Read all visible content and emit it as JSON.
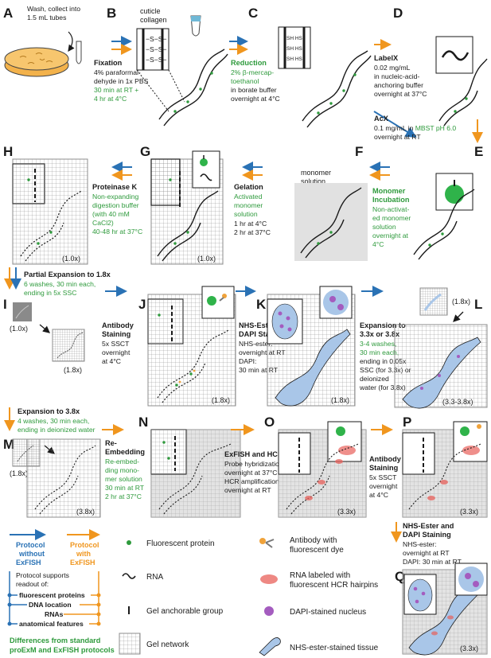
{
  "panels": {
    "A": {
      "letter": "A",
      "text": [
        "Wash, collect into",
        "1.5 mL tubes"
      ]
    },
    "B": {
      "letter": "B",
      "labels": [
        "cuticle",
        "collagen"
      ],
      "step": "Fixation",
      "text": [
        "4% paraformal-",
        "dehyde in 1x PBS"
      ],
      "green": [
        "30 min at RT +",
        "4 hr at 4°C"
      ]
    },
    "C": {
      "letter": "C",
      "step": "Reduction",
      "green": [
        "2% β-mercap-",
        "toethanol"
      ],
      "text": [
        "in borate buffer",
        "overnight at 4°C"
      ]
    },
    "D": {
      "letter": "D",
      "step": "LabelX",
      "text": [
        "0.02 mg/mL",
        "in nucleic-acid-",
        "anchoring buffer",
        "overnight at 37°C"
      ]
    },
    "acx": {
      "step": "AcX",
      "line1": "0.1 mg/mL in ",
      "line1_green": "MBST pH 6.0",
      "line2": "overnight at RT"
    },
    "E": {
      "letter": "E",
      "step": "Monomer",
      "step2": "Incubation",
      "green": [
        "Non-activat-",
        "ed monomer",
        "solution",
        "overnight at",
        "4°C"
      ]
    },
    "F": {
      "letter": "F",
      "label": [
        "monomer",
        "solution"
      ],
      "step": "Gelation",
      "green": [
        "Activated",
        "monomer",
        "solution"
      ],
      "text": [
        "1 hr at 4°C",
        "2 hr at 37°C"
      ]
    },
    "G": {
      "letter": "G",
      "scale": "(1.0x)"
    },
    "H": {
      "letter": "H",
      "scale": "(1.0x)"
    },
    "pk": {
      "step": "Proteinase K",
      "green": [
        "Non-expanding",
        "digestion buffer",
        "(with 40 mM",
        "CaCl2)",
        "40-48 hr at 37°C"
      ]
    },
    "I": {
      "letter": "I",
      "step": "Partial Expansion to 1.8x",
      "green": [
        "6 washes, 30 min each,",
        "ending in 5x SSC"
      ],
      "scale_small": "(1.0x)",
      "scale_big": "(1.8x)"
    },
    "J": {
      "letter": "J",
      "step": [
        "Antibody",
        "Staining"
      ],
      "text": [
        "5x SSCT",
        "overnight",
        "at 4°C"
      ],
      "scale": "(1.8x)"
    },
    "K": {
      "letter": "K",
      "step": [
        "NHS-Ester and",
        "DAPI Staining"
      ],
      "text": [
        "NHS-ester:",
        "overnight at RT",
        "DAPI:",
        "30 min at RT"
      ],
      "scale": "(1.8x)"
    },
    "L": {
      "letter": "L",
      "step": [
        "Expansion to",
        "3.3x or 3.8x"
      ],
      "green": [
        "3-4 washes,",
        "30 min each,"
      ],
      "text": [
        "ending in 0.05x",
        "SSC (for 3.3x) or",
        "deionized",
        "water (for 3.8x)"
      ],
      "scale_small": "(1.8x)",
      "scale_big": "(3.3-3.8x)"
    },
    "M": {
      "letter": "M",
      "step": "Expansion to 3.8x",
      "green": [
        "4 washes, 30 min each,",
        "ending in deionized water"
      ],
      "scale": "(1.8x)"
    },
    "N": {
      "letter": "N",
      "step": [
        "Re-",
        "Embedding"
      ],
      "green": [
        "Re-embed-",
        "ding mono-",
        "mer solution",
        "30 min at RT",
        "2 hr at 37°C"
      ],
      "scale": "(3.8x)"
    },
    "O": {
      "letter": "O",
      "step": "ExFISH and HCR",
      "text": [
        "Probe hybridization",
        "overnight at 37°C",
        "HCR amplification",
        "overnight at RT"
      ],
      "scale": "(3.3x)"
    },
    "P": {
      "letter": "P",
      "step": [
        "Antibody",
        "Staining"
      ],
      "text": [
        "5x SSCT",
        "overnight",
        "at 4°C"
      ],
      "scale": "(3.3x)"
    },
    "Q": {
      "letter": "Q",
      "step": [
        "NHS-Ester and",
        "DAPI Staining"
      ],
      "text": [
        "NHS-ester:",
        "overnight at RT",
        "DAPI: 30 min at RT"
      ],
      "scale": "(3.3x)"
    }
  },
  "legend": {
    "blue_label": [
      "Protocol",
      "without",
      "ExFISH"
    ],
    "orange_label": [
      "Protocol",
      "with",
      "ExFISH"
    ],
    "supports": [
      "Protocol supports",
      "readout of:"
    ],
    "readouts": [
      "fluorescent proteins",
      "DNA location",
      "RNAs",
      "anatomical features"
    ],
    "differences": [
      "Differences from standard",
      "proExM and ExFISH protocols"
    ],
    "items": {
      "fp": "Fluorescent protein",
      "rna": "RNA",
      "gag": "Gel anchorable group",
      "gel": "Gel network",
      "ab": [
        "Antibody with",
        "fluorescent dye"
      ],
      "hcr": [
        "RNA labeled with",
        "fluorescent HCR hairpins"
      ],
      "dapi": "DAPI-stained nucleus",
      "nhs": "NHS-ester-stained tissue"
    }
  },
  "colors": {
    "blue": "#2a72b5",
    "orange": "#f0961e",
    "green": "#2e9a3c",
    "tissue": "#a9c6e8",
    "red": "#e8605a",
    "purple": "#a45cbf",
    "gel": "#8c8c8c"
  }
}
